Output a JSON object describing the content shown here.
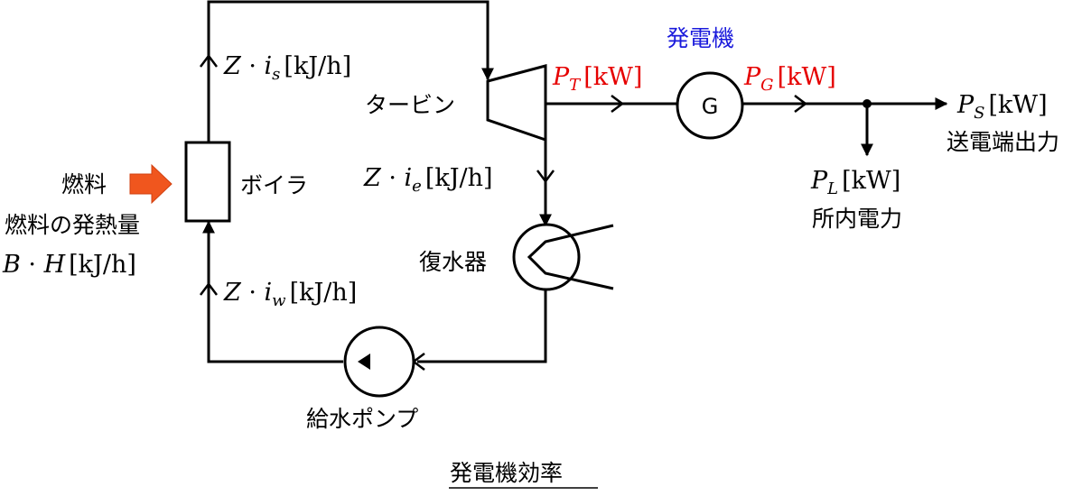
{
  "labels": {
    "fuel": "燃料",
    "fuel_heat": "燃料の発熱量",
    "boiler": "ボイラ",
    "turbine": "タービン",
    "generator_title": "発電機",
    "generator_symbol": "G",
    "condenser": "復水器",
    "feed_pump": "給水ポンプ",
    "transmission_output": "送電端出力",
    "house_power": "所内電力",
    "caption": "発電機効率"
  },
  "flows": {
    "steam_in": {
      "z": "Z",
      "dot": " · ",
      "i": "i",
      "sub": "s",
      "unit": "[kJ/h]"
    },
    "steam_out": {
      "z": "Z",
      "dot": " · ",
      "i": "i",
      "sub": "e",
      "unit": "[kJ/h]"
    },
    "water_in": {
      "z": "Z",
      "dot": " · ",
      "i": "i",
      "sub": "w",
      "unit": "[kJ/h]"
    },
    "fuel_heat_value": {
      "b": "B",
      "dot": " · ",
      "h": "H",
      "unit": "[kJ/h]"
    }
  },
  "powers": {
    "turbine_output": {
      "p": "P",
      "sub": "T",
      "unit": "[kW]"
    },
    "generator_output": {
      "p": "P",
      "sub": "G",
      "unit": "[kW]"
    },
    "send_output": {
      "p": "P",
      "sub": "S",
      "unit": "[kW]"
    },
    "house_load": {
      "p": "P",
      "sub": "L",
      "unit": "[kW]"
    }
  },
  "colors": {
    "highlight": "#e60000",
    "generator_title": "#1a1adc",
    "fuel_arrow": "#f0561e",
    "line": "#000000"
  }
}
